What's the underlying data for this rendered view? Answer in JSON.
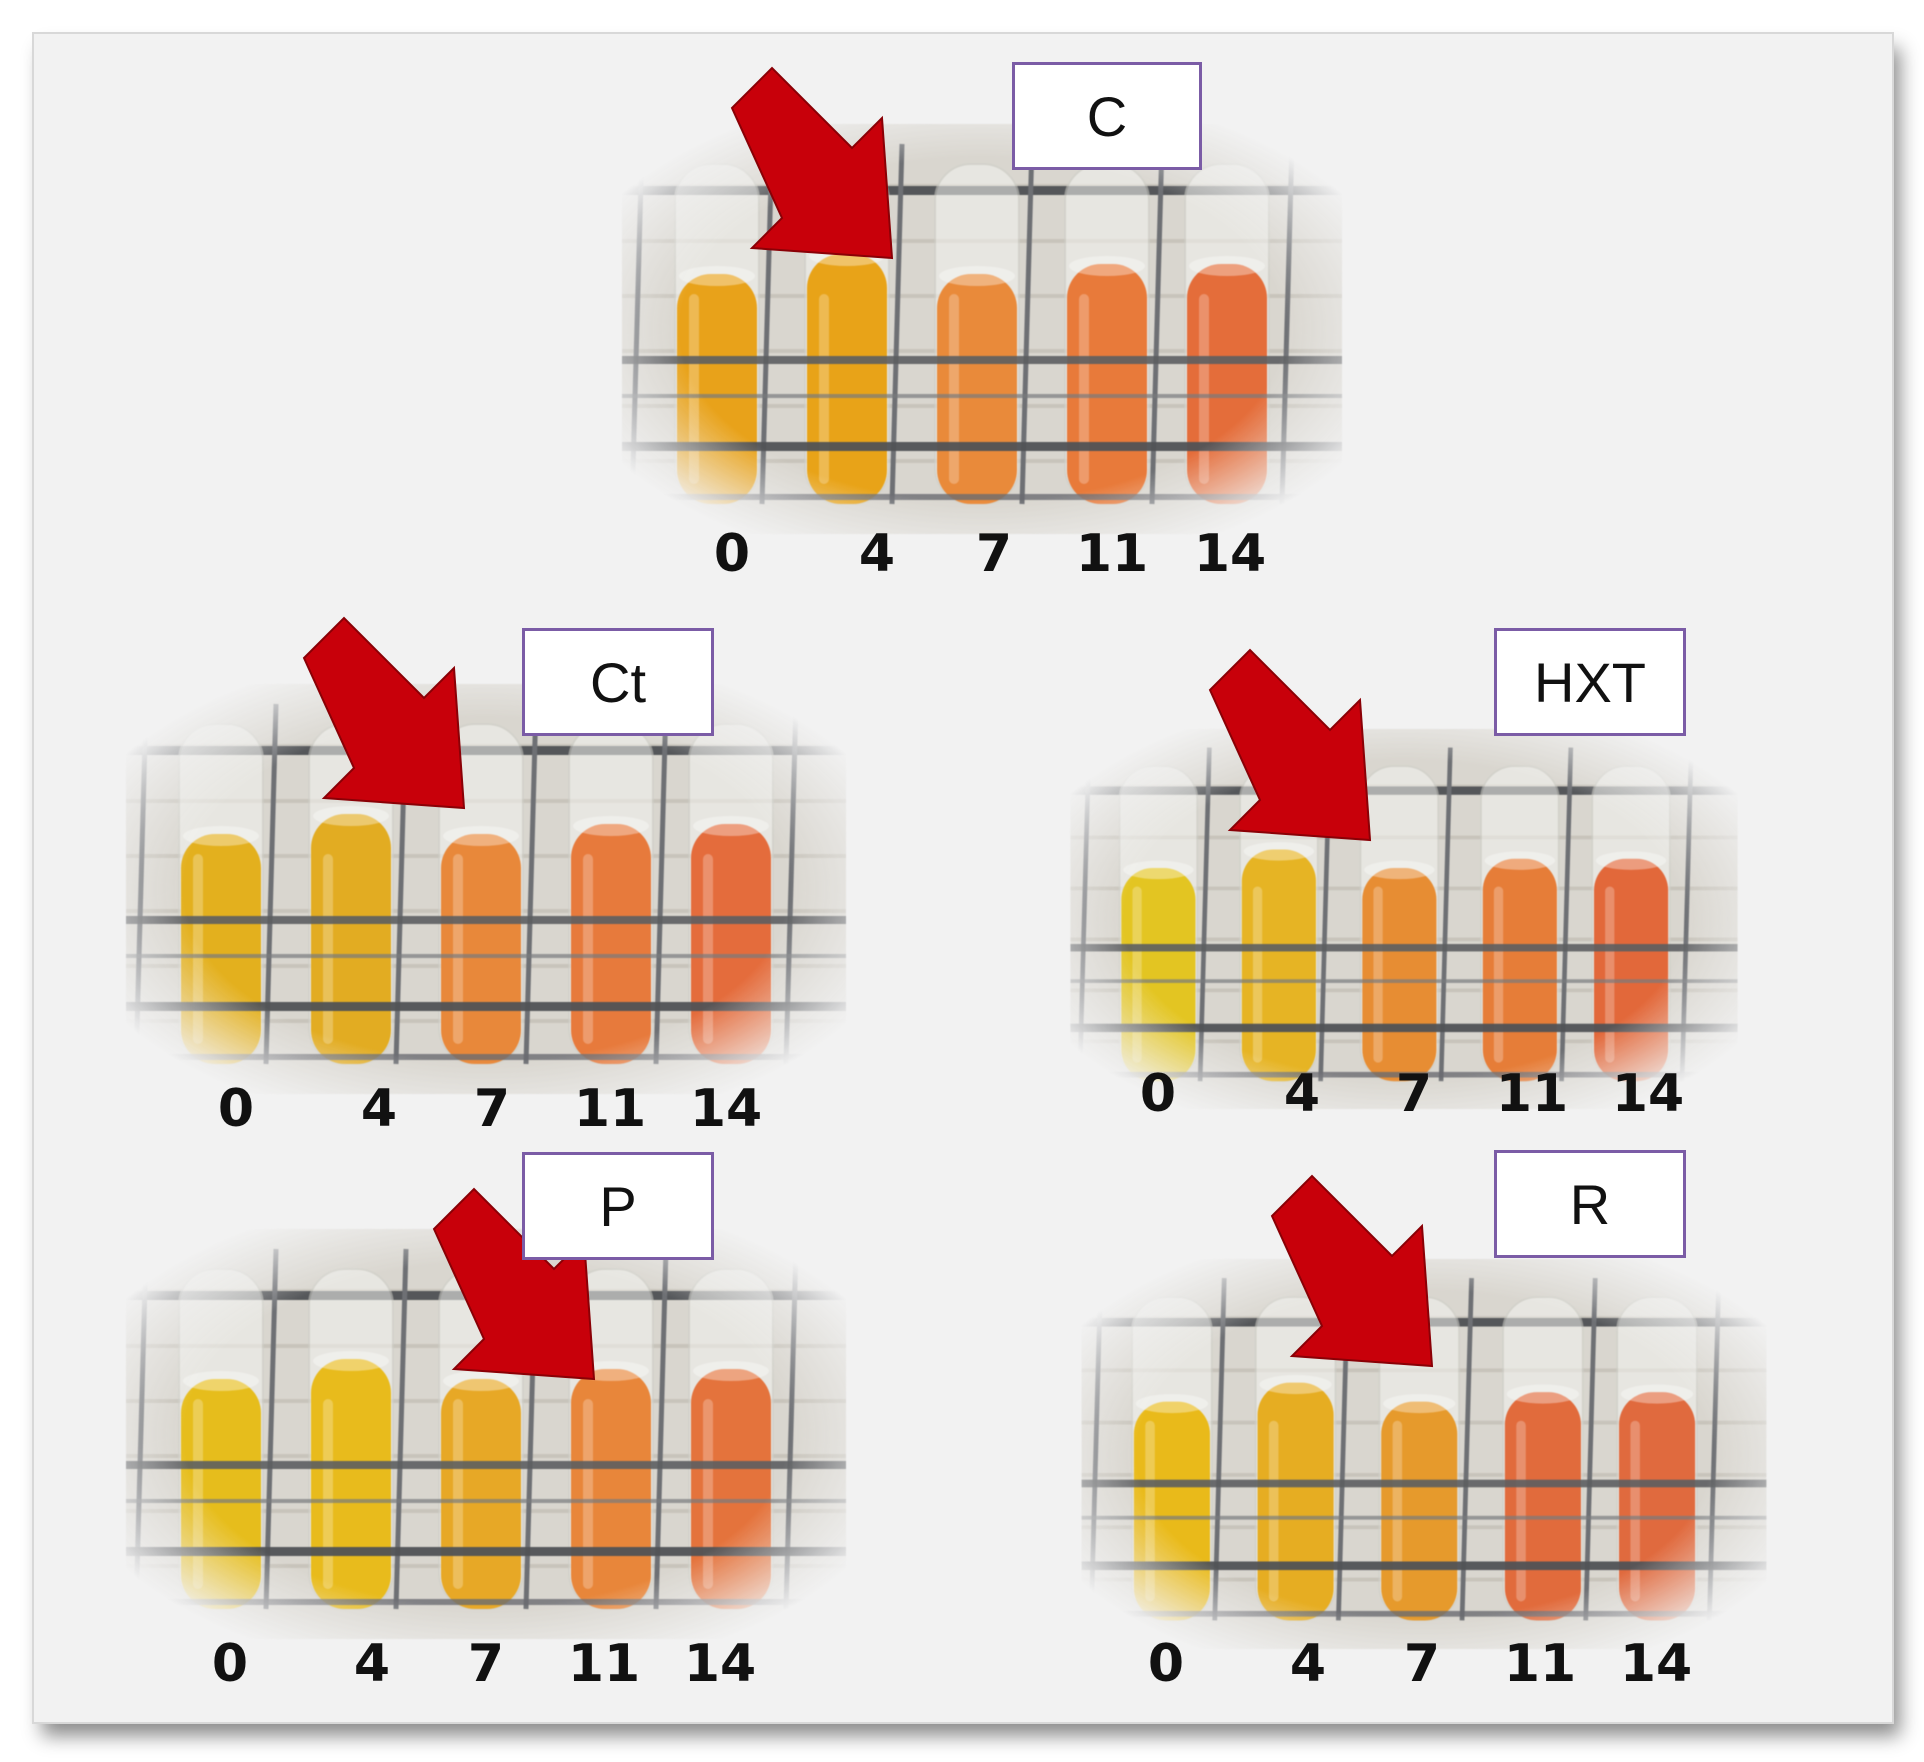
{
  "panels": [
    {
      "id": "C",
      "label": "C",
      "days": [
        "0",
        "4",
        "7",
        "11",
        "14"
      ],
      "tube_colors": [
        "#e8a21a",
        "#e8a318",
        "#e98a3a",
        "#e87a3a",
        "#e46d3a"
      ],
      "arrow_color": "#c8000a"
    },
    {
      "id": "Ct",
      "label": "Ct",
      "days": [
        "0",
        "4",
        "7",
        "11",
        "14"
      ],
      "tube_colors": [
        "#e3b01e",
        "#e2ac22",
        "#e8883a",
        "#e77a3c",
        "#e46c3c"
      ],
      "arrow_color": "#c8000a"
    },
    {
      "id": "HXT",
      "label": "HXT",
      "days": [
        "0",
        "4",
        "7",
        "11",
        "14"
      ],
      "tube_colors": [
        "#e3c522",
        "#e6b424",
        "#e78d33",
        "#e67d38",
        "#e2683a"
      ],
      "arrow_color": "#c8000a"
    },
    {
      "id": "P",
      "label": "P",
      "days": [
        "0",
        "4",
        "7",
        "11",
        "14"
      ],
      "tube_colors": [
        "#e6bd1c",
        "#e8bb1c",
        "#e7a826",
        "#e8863a",
        "#e4733c"
      ],
      "arrow_color": "#c8000a"
    },
    {
      "id": "R",
      "label": "R",
      "days": [
        "0",
        "4",
        "7",
        "11",
        "14"
      ],
      "tube_colors": [
        "#e9ba1a",
        "#e6ad22",
        "#e69a2c",
        "#e16b3c",
        "#e06a3e"
      ],
      "arrow_color": "#c8000a"
    }
  ]
}
